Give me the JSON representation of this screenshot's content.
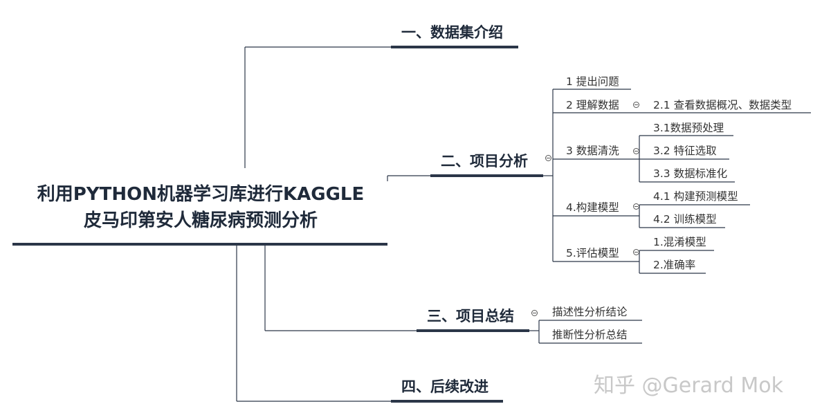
{
  "root": {
    "line1": "利用PYTHON机器学习库进行KAGGLE",
    "line2": "皮马印第安人糖尿病预测分析"
  },
  "sections": {
    "s1": "一、数据集介绍",
    "s2": {
      "label": "二、项目分析",
      "items": {
        "i1": "1 提出问题",
        "i2": {
          "label": "2 理解数据",
          "children": [
            "2.1 查看数据概况、数据类型"
          ]
        },
        "i3": {
          "label": "3 数据清洗",
          "children": [
            "3.1数据预处理",
            "3.2 特征选取",
            "3.3 数据标准化"
          ]
        },
        "i4": {
          "label": "4.构建模型",
          "children": [
            "4.1 构建预测模型",
            "4.2 训练模型"
          ]
        },
        "i5": {
          "label": "5.评估模型",
          "children": [
            "1.混淆模型",
            "2.准确率"
          ]
        }
      }
    },
    "s3": {
      "label": "三、项目总结",
      "children": [
        "描述性分析结论",
        "推断性分析总结"
      ]
    },
    "s4": "四、后续改进"
  },
  "watermark": "知乎 @Gerard Mok",
  "colors": {
    "edge": "#2b3648",
    "text": "#1f2a3a",
    "thin": "#333333"
  }
}
